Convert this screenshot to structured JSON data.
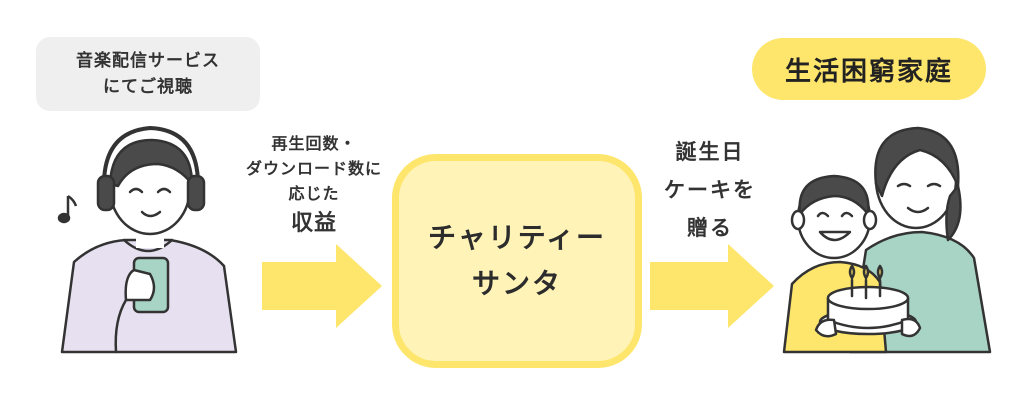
{
  "source_bubble": {
    "line1": "音楽配信サービス",
    "line2": "にてご視聴"
  },
  "target_badge": "生活困窮家庭",
  "left_label": {
    "line1": "再生回数・",
    "line2": "ダウンロード数に",
    "line3": "応じた",
    "line4": "収益"
  },
  "center_box": {
    "line1": "チャリティー",
    "line2": "サンタ"
  },
  "right_label": {
    "line1": "誕生日",
    "line2": "ケーキを",
    "line3": "贈る"
  },
  "colors": {
    "accent_yellow": "#fde66b",
    "box_fill": "#fff3b8",
    "bubble_gray": "#efefef",
    "shirt_lavender": "#e7e0f0",
    "mom_green": "#a8d4c6",
    "hair": "#4a4a4a"
  }
}
